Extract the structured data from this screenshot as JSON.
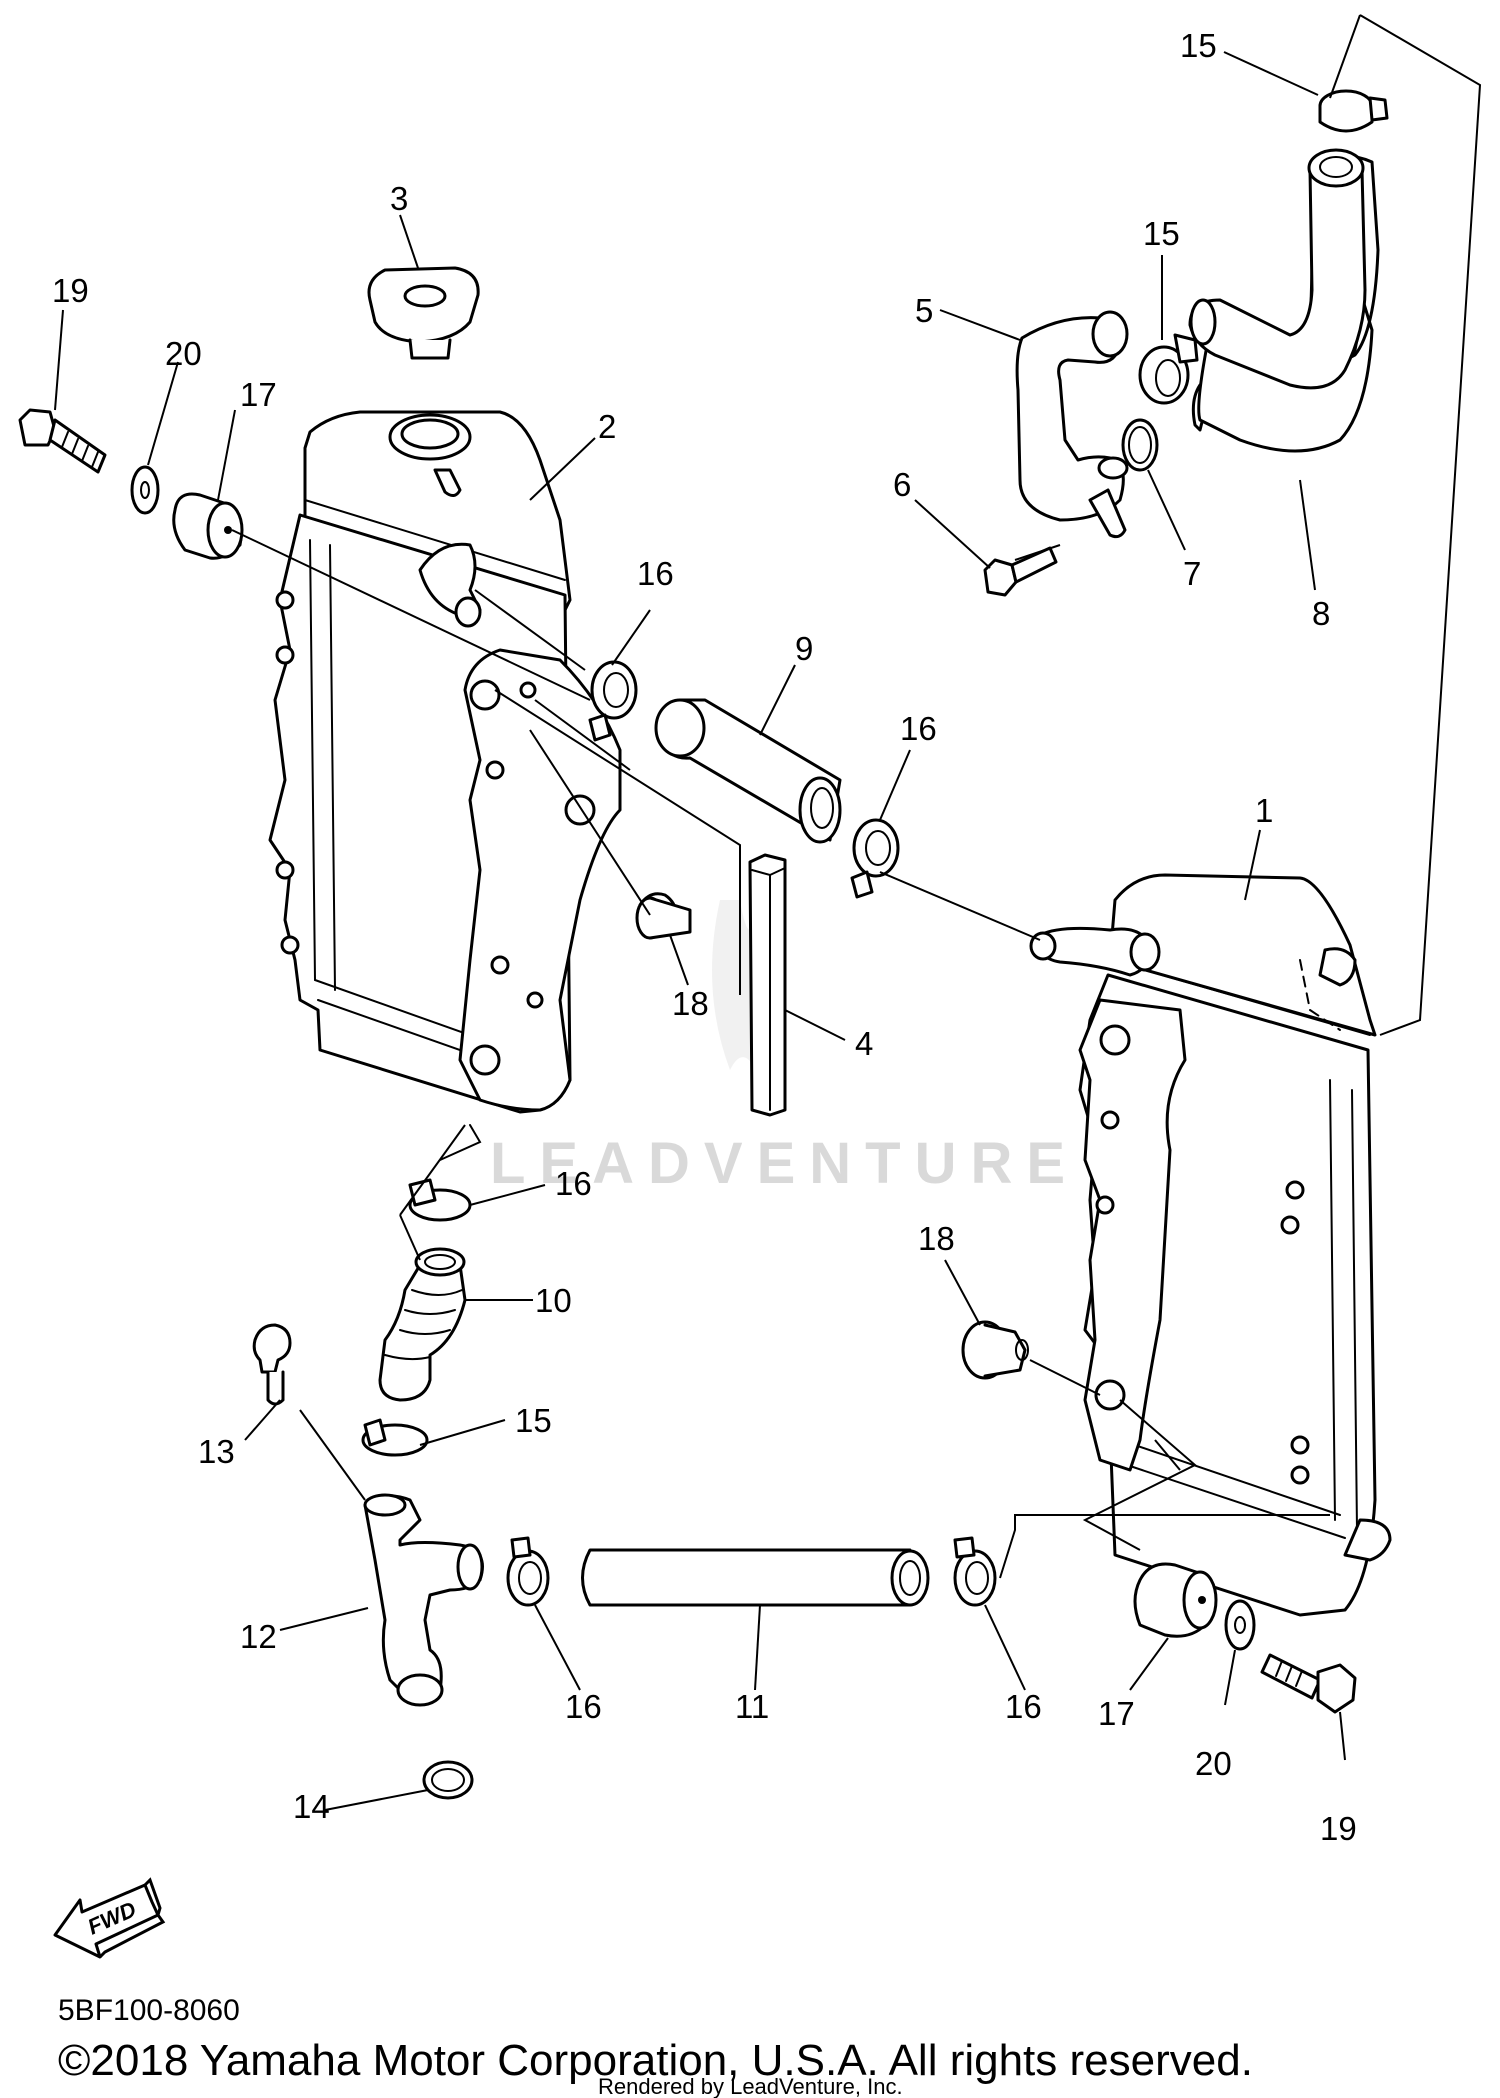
{
  "watermark": "LEADVENTURE",
  "fwd_label": "FWD",
  "diagram_code": "5BF100-8060",
  "copyright": "©2018 Yamaha Motor Corporation, U.S.A. All rights reserved.",
  "rendered_by": "Rendered by LeadVenture, Inc.",
  "callouts": {
    "c15a": "15",
    "c3": "3",
    "c19a": "19",
    "c20a": "20",
    "c17a": "17",
    "c2": "2",
    "c15b": "15",
    "c5": "5",
    "c6": "6",
    "c7": "7",
    "c8": "8",
    "c16a": "16",
    "c9": "9",
    "c16b": "16",
    "c1": "1",
    "c18a": "18",
    "c4": "4",
    "c16c": "16",
    "c10": "10",
    "c18b": "18",
    "c13": "13",
    "c15c": "15",
    "c12": "12",
    "c16d": "16",
    "c11": "11",
    "c16e": "16",
    "c17b": "17",
    "c20b": "20",
    "c14": "14",
    "c19b": "19"
  }
}
